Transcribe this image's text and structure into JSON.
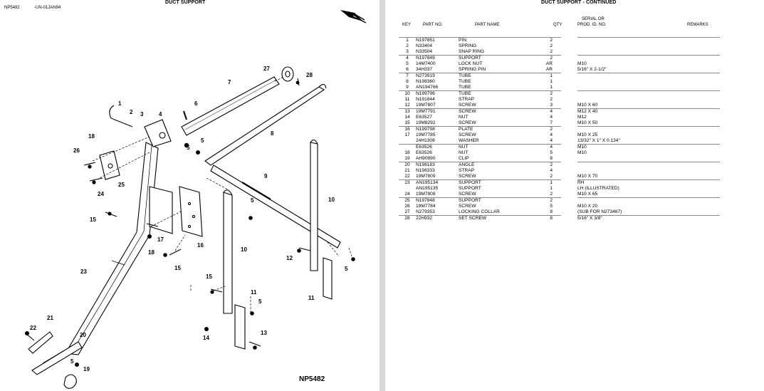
{
  "left_page": {
    "title": "DUCT SUPPORT",
    "ref_id": "NP5482",
    "ref_date": "-UN-01JAN94",
    "figure_label": "NP5482",
    "callouts": [
      "1",
      "2",
      "3",
      "4",
      "5",
      "6",
      "7",
      "8",
      "9",
      "10",
      "11",
      "12",
      "13",
      "14",
      "15",
      "16",
      "17",
      "18",
      "19",
      "20",
      "21",
      "22",
      "23",
      "24",
      "25",
      "26",
      "27",
      "28"
    ]
  },
  "right_page": {
    "title": "DUCT SUPPORT - CONTINUED",
    "columns": {
      "key": "KEY",
      "part_no": "PART NO.",
      "part_name": "PART NAME",
      "qty": "QTY",
      "serial_line1": "SERIAL OR",
      "serial_line2": "PROD. ID. NO.",
      "remarks": "REMARKS"
    },
    "rows": [
      {
        "key": "1",
        "part": "N197851",
        "name": "PIN",
        "qty": "2",
        "remarks": "",
        "sep": true
      },
      {
        "key": "2",
        "part": "N33404",
        "name": "SPRING",
        "qty": "2",
        "remarks": "",
        "sep": false
      },
      {
        "key": "3",
        "part": "N33504",
        "name": "SNAP RING",
        "qty": "2",
        "remarks": "",
        "sep": false
      },
      {
        "key": "4",
        "part": "N197849",
        "name": "SUPPORT",
        "qty": "2",
        "remarks": "",
        "sep": true
      },
      {
        "key": "5",
        "part": "14M7400",
        "name": "LOCK NUT",
        "qty": "AR",
        "remarks": "M10",
        "sep": false
      },
      {
        "key": "6",
        "part": "34H337",
        "name": "SPRING PIN",
        "qty": "AR",
        "remarks": "5/16\" X 2-1/2\"",
        "sep": false
      },
      {
        "key": "7",
        "part": "N273919",
        "name": "TUBE",
        "qty": "1",
        "remarks": "",
        "sep": true
      },
      {
        "key": "8",
        "part": "N198360",
        "name": "TUBE",
        "qty": "1",
        "remarks": "",
        "sep": false
      },
      {
        "key": "9",
        "part": "AN194766",
        "name": "TUBE",
        "qty": "1",
        "remarks": "",
        "sep": false
      },
      {
        "key": "10",
        "part": "N199796",
        "name": "TUBE",
        "qty": "2",
        "remarks": "",
        "sep": true
      },
      {
        "key": "11",
        "part": "N191844",
        "name": "STRAP",
        "qty": "2",
        "remarks": "",
        "sep": false
      },
      {
        "key": "12",
        "part": "19M7807",
        "name": "SCREW",
        "qty": "3",
        "remarks": "M10 X 60",
        "sep": false
      },
      {
        "key": "13",
        "part": "19M7791",
        "name": "SCREW",
        "qty": "4",
        "remarks": "M12 X 40",
        "sep": true
      },
      {
        "key": "14",
        "part": "E63527",
        "name": "NUT",
        "qty": "4",
        "remarks": "M12",
        "sep": false
      },
      {
        "key": "15",
        "part": "19M8292",
        "name": "SCREW",
        "qty": "7",
        "remarks": "M10 X 50",
        "sep": false
      },
      {
        "key": "16",
        "part": "N199798",
        "name": "PLATE",
        "qty": "2",
        "remarks": "",
        "sep": true
      },
      {
        "key": "17",
        "part": "19M7785",
        "name": "SCREW",
        "qty": "4",
        "remarks": "M10 X 25",
        "sep": false
      },
      {
        "key": "",
        "part": "24H1308",
        "name": "WASHER",
        "qty": "4",
        "remarks": "13/32\" X 1\" X 0.134\"",
        "sep": false
      },
      {
        "key": "",
        "part": "E63526",
        "name": "NUT",
        "qty": "4",
        "remarks": "M10",
        "sep": true
      },
      {
        "key": "18",
        "part": "E63526",
        "name": "NUT",
        "qty": "5",
        "remarks": "M10",
        "sep": false
      },
      {
        "key": "19",
        "part": "AH90990",
        "name": "CLIP",
        "qty": "8",
        "remarks": "",
        "sep": false
      },
      {
        "key": "20",
        "part": "N198183",
        "name": "ANGLE",
        "qty": "2",
        "remarks": "",
        "sep": true
      },
      {
        "key": "21",
        "part": "N198333",
        "name": "STRAP",
        "qty": "4",
        "remarks": "",
        "sep": false
      },
      {
        "key": "22",
        "part": "19M7809",
        "name": "SCREW",
        "qty": "2",
        "remarks": "M10 X 70",
        "sep": false
      },
      {
        "key": "23",
        "part": "AN195134",
        "name": "SUPPORT",
        "qty": "1",
        "remarks": "RH",
        "sep": true
      },
      {
        "key": "",
        "part": "AN195135",
        "name": "SUPPORT",
        "qty": "1",
        "remarks": "LH (ILLUSTRATED)",
        "sep": false
      },
      {
        "key": "24",
        "part": "19M7808",
        "name": "SCREW",
        "qty": "2",
        "remarks": "M10 X 65",
        "sep": false
      },
      {
        "key": "25",
        "part": "N197848",
        "name": "SUPPORT",
        "qty": "2",
        "remarks": "",
        "sep": true
      },
      {
        "key": "26",
        "part": "19M7784",
        "name": "SCREW",
        "qty": "5",
        "remarks": "M10 X 20",
        "sep": false
      },
      {
        "key": "27",
        "part": "N279353",
        "name": "LOCKING COLLAR",
        "qty": "8",
        "remarks": "(SUB FOR N273467)",
        "sep": false
      },
      {
        "key": "28",
        "part": "22H932",
        "name": "SET SCREW",
        "qty": "8",
        "remarks": "5/16\" X 3/8\"",
        "sep": true
      }
    ]
  }
}
